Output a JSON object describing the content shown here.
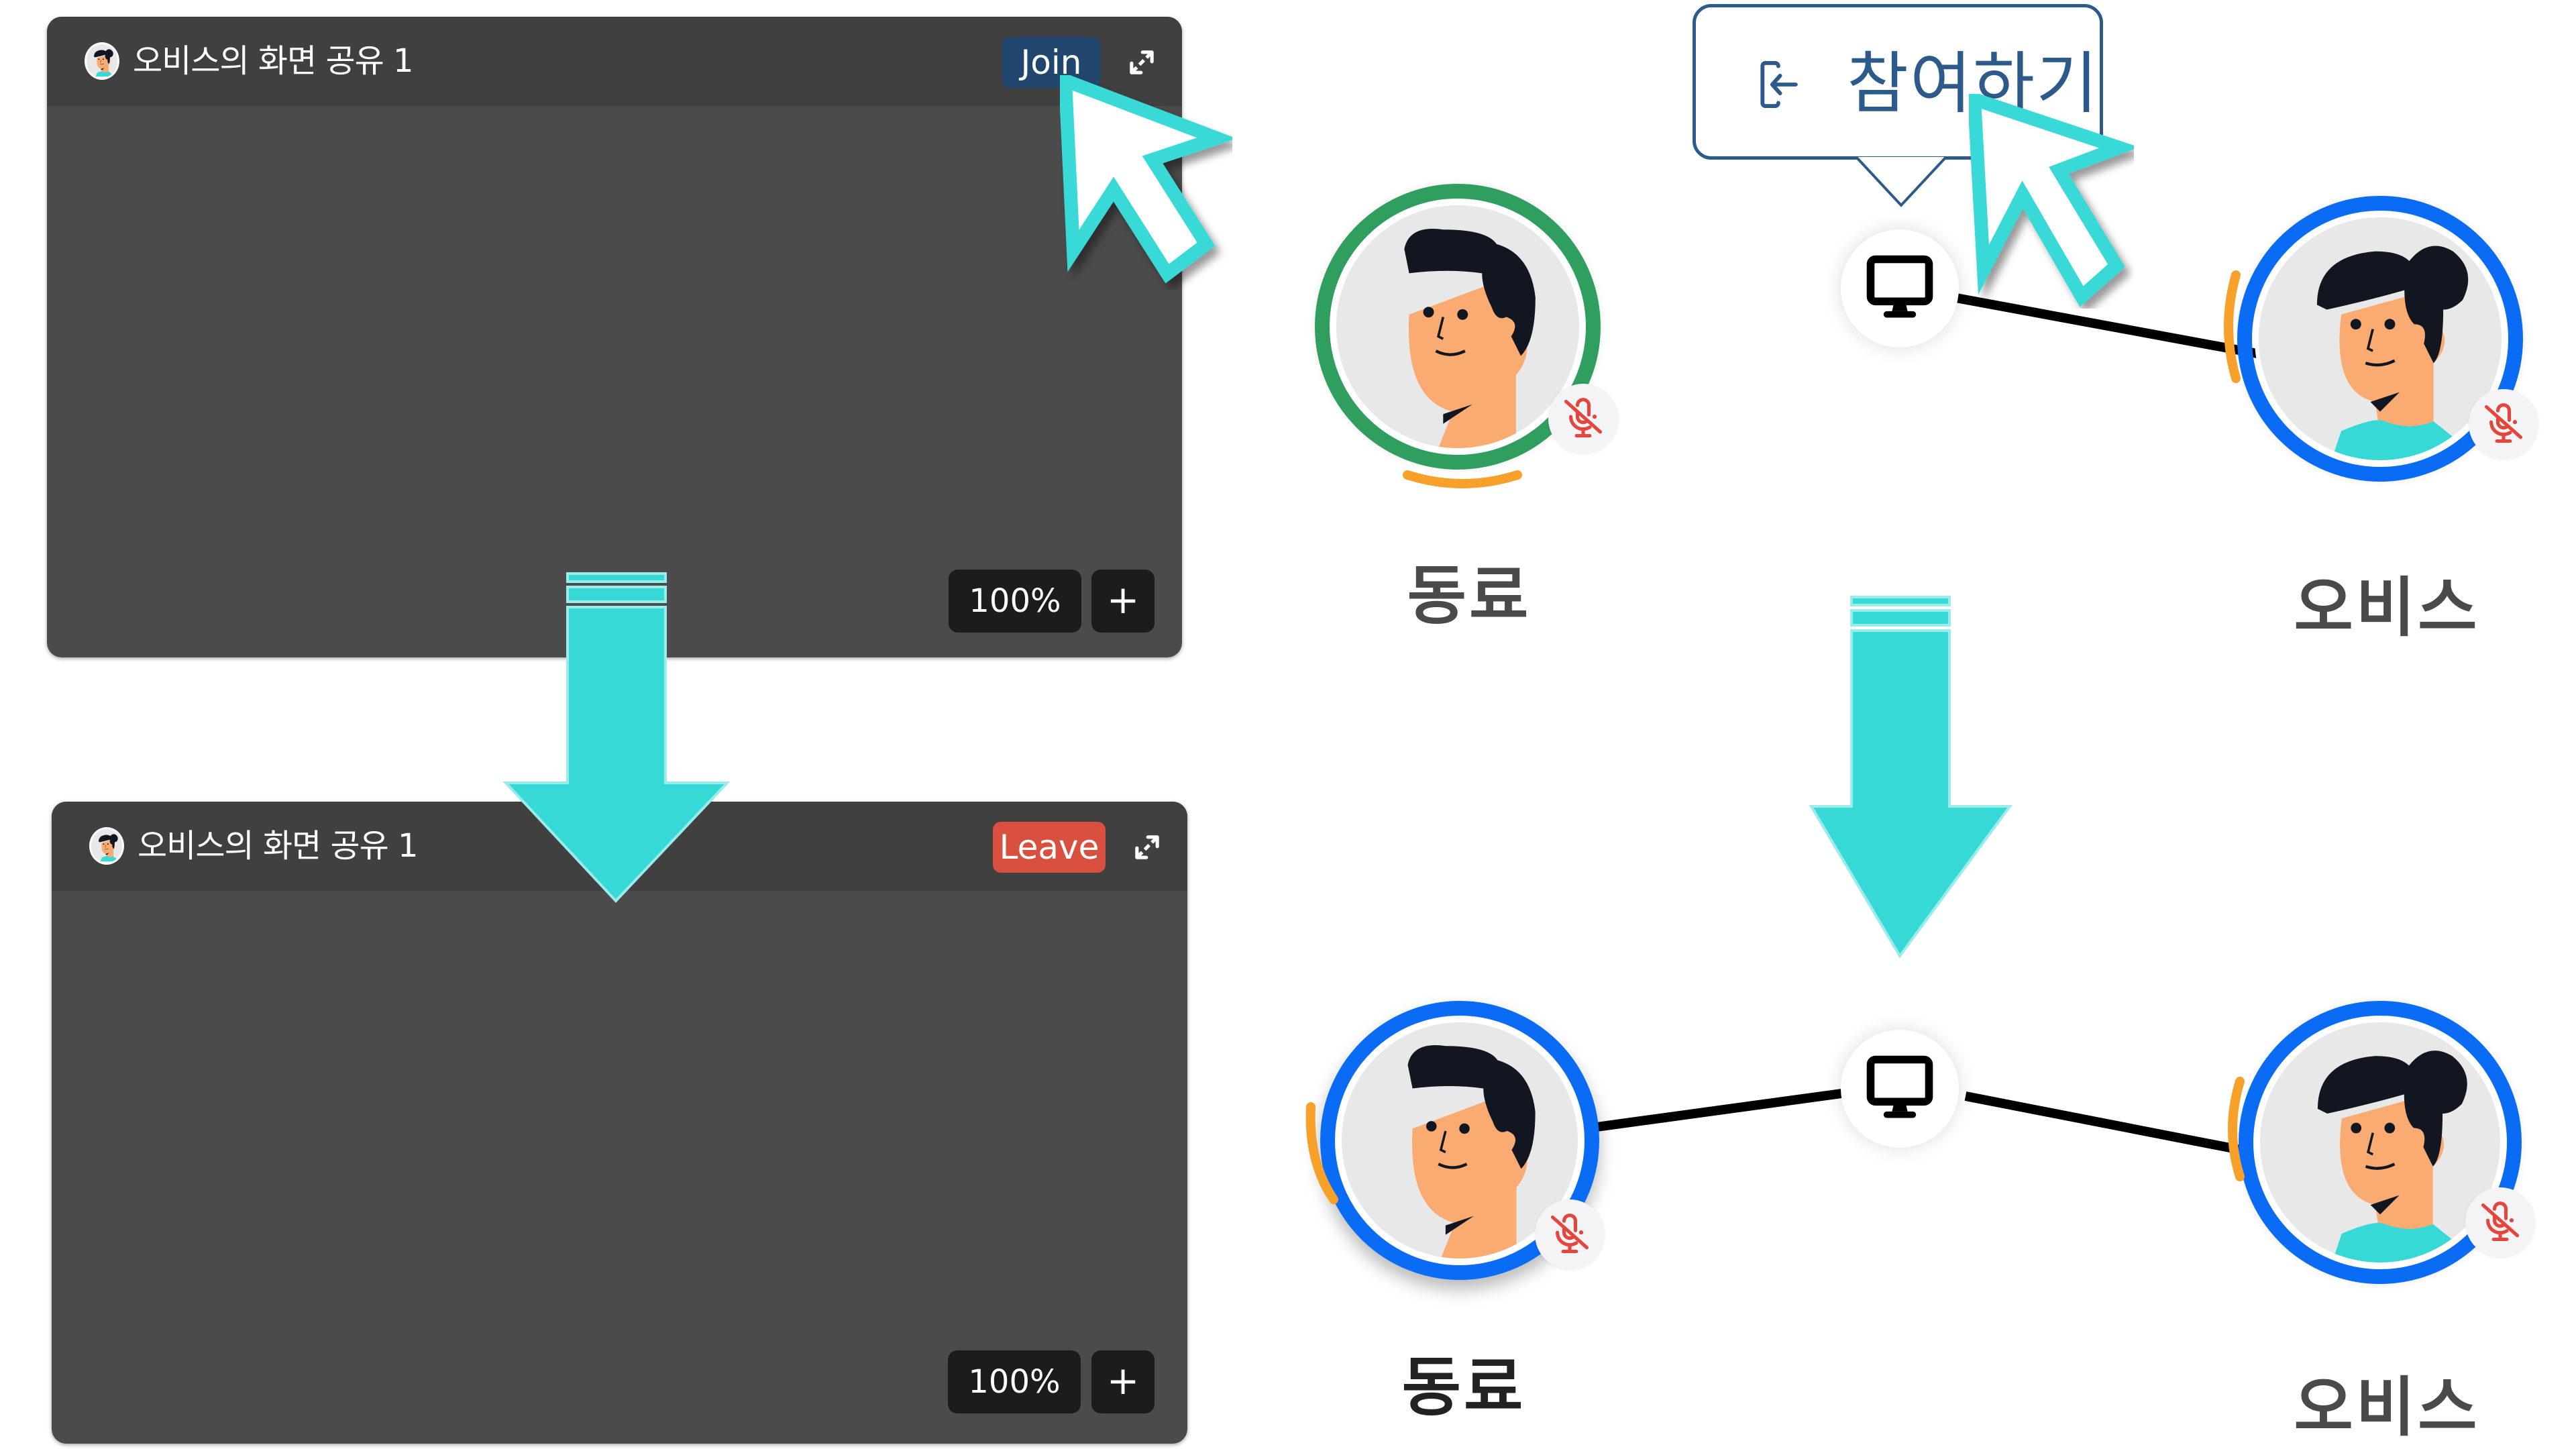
{
  "colors": {
    "accent_cyan": "#37d9d7",
    "join_blue": "#214670",
    "leave_red": "#d95040",
    "ring_green": "#2f9e5e",
    "ring_blue": "#0a6cf5",
    "speaking_orange": "#f7a12a",
    "mic_off_red": "#e5453a",
    "tooltip_blue": "#2c5a8a"
  },
  "before": {
    "share_panel": {
      "title": "오비스의 화면 공유 1",
      "action_label": "Join",
      "zoom_level": "100%",
      "zoom_in_label": "+",
      "icons": [
        "avatar-icon",
        "expand-icon"
      ]
    },
    "tooltip": {
      "label": "참여하기",
      "icon": "enter-icon"
    },
    "participants": [
      {
        "name": "동료",
        "ring": "green",
        "mic": "off",
        "speaking_indicator": "bottom"
      },
      {
        "name": "오비스",
        "ring": "blue",
        "mic": "off",
        "speaking_indicator": "left"
      }
    ],
    "screen_share_node": {
      "icon": "monitor-icon",
      "connected_to": [
        "오비스"
      ]
    }
  },
  "after": {
    "share_panel": {
      "title": "오비스의 화면 공유 1",
      "action_label": "Leave",
      "zoom_level": "100%",
      "zoom_in_label": "+",
      "icons": [
        "avatar-icon",
        "expand-icon"
      ]
    },
    "participants": [
      {
        "name": "동료",
        "ring": "blue",
        "mic": "off",
        "speaking_indicator": "left"
      },
      {
        "name": "오비스",
        "ring": "blue",
        "mic": "off",
        "speaking_indicator": "left"
      }
    ],
    "screen_share_node": {
      "icon": "monitor-icon",
      "connected_to": [
        "동료",
        "오비스"
      ]
    }
  },
  "arrows": [
    {
      "direction": "down",
      "from": "before.share_panel",
      "to": "after.share_panel"
    },
    {
      "direction": "down",
      "from": "before.participants",
      "to": "after.participants"
    }
  ]
}
